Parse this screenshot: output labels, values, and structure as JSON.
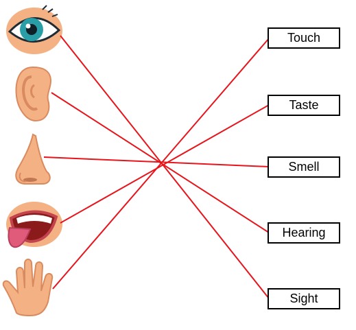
{
  "labels": [
    "Touch",
    "Taste",
    "Smell",
    "Hearing",
    "Sight"
  ],
  "organs": [
    {
      "name": "eye-icon"
    },
    {
      "name": "ear-icon"
    },
    {
      "name": "nose-icon"
    },
    {
      "name": "mouth-icon"
    },
    {
      "name": "hand-icon"
    }
  ],
  "colors": {
    "line": "#e8141b",
    "skin": "#f3b184",
    "skin_dark": "#d98a5f",
    "iris": "#2a9ea6"
  }
}
